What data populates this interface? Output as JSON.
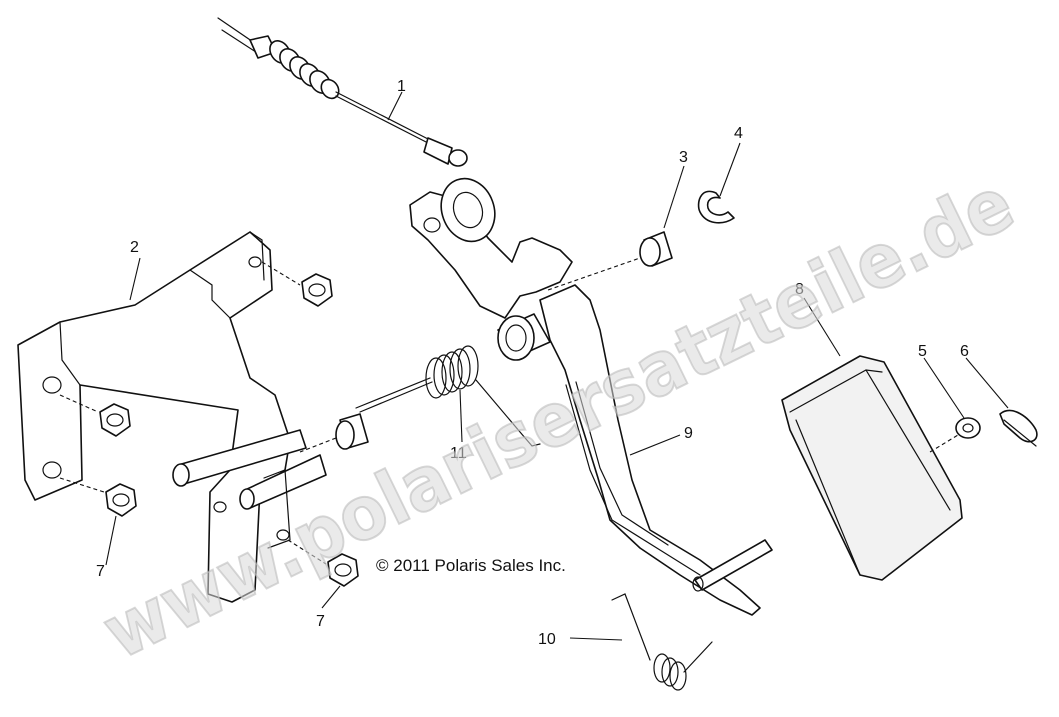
{
  "watermark": "www.polarisersatzteile.de",
  "copyright": "© 2011 Polaris Sales Inc.",
  "callouts": {
    "c1": "1",
    "c2": "2",
    "c3": "3",
    "c4": "4",
    "c5": "5",
    "c6": "6",
    "c7a": "7",
    "c7b": "7",
    "c8": "8",
    "c9": "9",
    "c10": "10",
    "c11": "11"
  }
}
